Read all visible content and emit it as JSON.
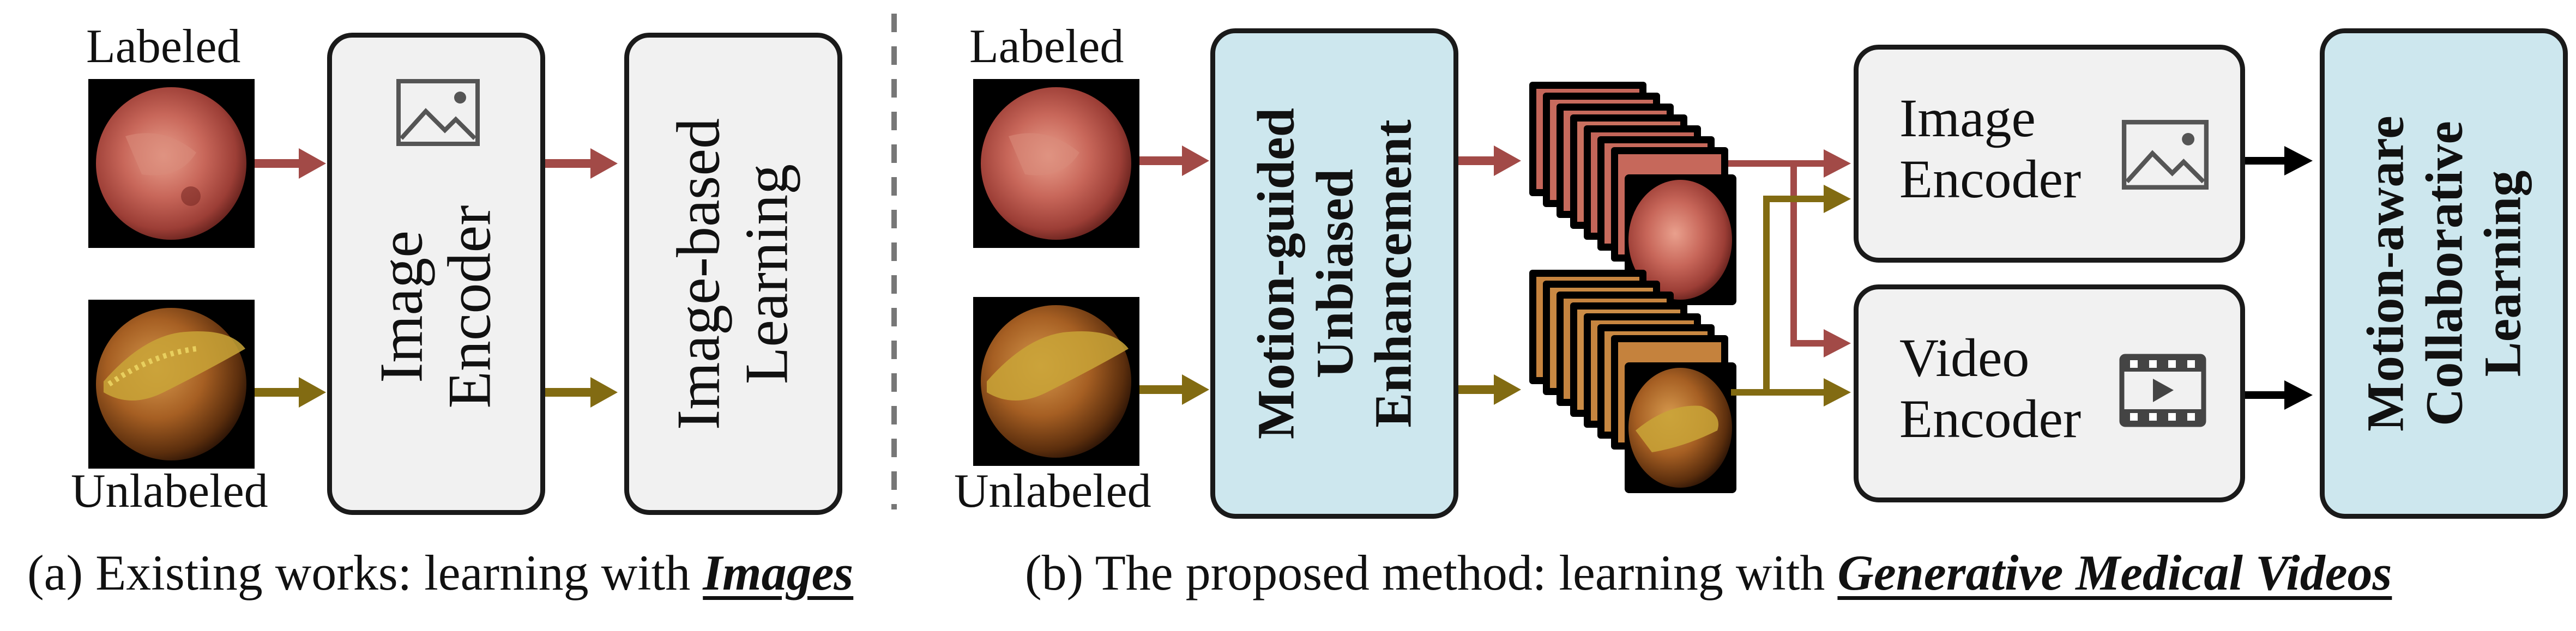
{
  "panel_a": {
    "labeled": "Labeled",
    "unlabeled": "Unlabeled",
    "encoder": [
      "Image",
      "Encoder"
    ],
    "learning": [
      "Image-based",
      "Learning"
    ],
    "caption_prefix": "(a) Existing works: learning with ",
    "caption_emph": "Images"
  },
  "panel_b": {
    "labeled": "Labeled",
    "unlabeled": "Unlabeled",
    "enhancement": [
      "Motion-guided",
      "Unbiased",
      "Enhancement"
    ],
    "image_encoder": [
      "Image",
      "Encoder"
    ],
    "video_encoder": [
      "Video",
      "Encoder"
    ],
    "collab": [
      "Motion-aware",
      "Collaborative",
      "Learning"
    ],
    "caption_prefix": "(b) The proposed method: learning with ",
    "caption_emph": "Generative Medical Videos"
  },
  "colors": {
    "labeled_arrow": "#a24a47",
    "unlabeled_arrow": "#826b12",
    "black_arrow": "#000000",
    "gray_box": "#f1f1f1",
    "blue_box": "#cde7ee"
  },
  "icons": [
    "image-icon",
    "video-icon"
  ]
}
